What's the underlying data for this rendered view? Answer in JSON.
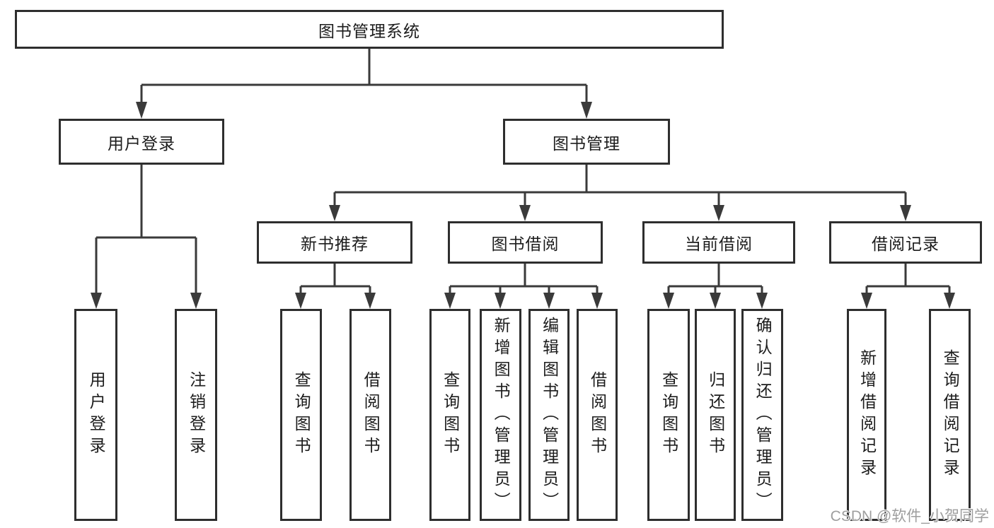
{
  "diagram": {
    "title_node": {
      "label": "图书管理系统"
    },
    "level2": [
      {
        "label": "用户登录"
      },
      {
        "label": "图书管理"
      }
    ],
    "level3": [
      {
        "label": "新书推荐",
        "parent": "图书管理"
      },
      {
        "label": "图书借阅",
        "parent": "图书管理"
      },
      {
        "label": "当前借阅",
        "parent": "图书管理"
      },
      {
        "label": "借阅记录",
        "parent": "图书管理"
      }
    ],
    "leaves": [
      {
        "label": "用户登录",
        "parent": "用户登录"
      },
      {
        "label": "注销登录",
        "parent": "用户登录"
      },
      {
        "label": "查询图书",
        "parent": "新书推荐"
      },
      {
        "label": "借阅图书",
        "parent": "新书推荐"
      },
      {
        "label": "查询图书",
        "parent": "图书借阅"
      },
      {
        "label": "新增图书（管理员）",
        "parent": "图书借阅"
      },
      {
        "label": "编辑图书（管理员）",
        "parent": "图书借阅"
      },
      {
        "label": "借阅图书",
        "parent": "图书借阅"
      },
      {
        "label": "查询图书",
        "parent": "当前借阅"
      },
      {
        "label": "归还图书",
        "parent": "当前借阅"
      },
      {
        "label": "确认归还（管理员）",
        "parent": "当前借阅"
      },
      {
        "label": "新增借阅记录",
        "parent": "借阅记录"
      },
      {
        "label": "查询借阅记录",
        "parent": "借阅记录"
      }
    ]
  },
  "watermark": {
    "text": "CSDN @软件_小贺同学"
  },
  "colors": {
    "line": "#3a3a3a",
    "box_border": "#2e2e2e",
    "text": "#1c1c1c",
    "watermark": "#9e9e9e",
    "background": "#ffffff"
  }
}
